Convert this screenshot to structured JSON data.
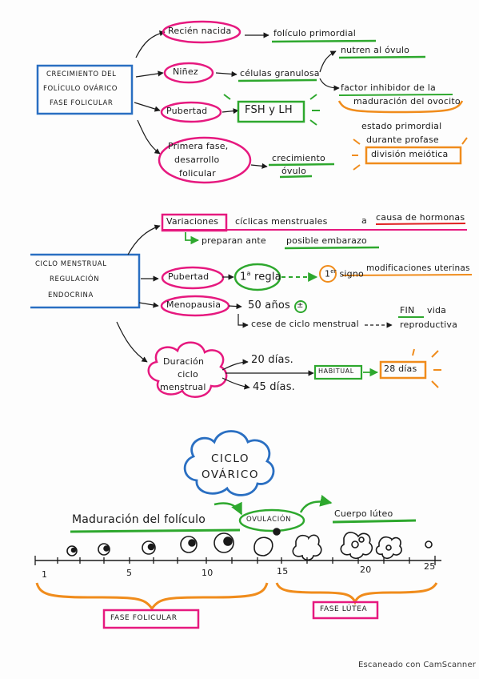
{
  "section1": {
    "title_lines": [
      "CRECIMIENTO DEL",
      "FOLÍCULO OVÁRICO",
      "FASE FOLICULAR"
    ],
    "branches": {
      "recien_nacida": "Recién nacida",
      "folicul_primordial": "folículo primordial",
      "ninez": "Niñez",
      "celulas_granulosa": "células granulosa",
      "nutren_ovulo": "nutren al óvulo",
      "factor_inhibidor_1": "factor inhibidor de la",
      "factor_inhibidor_2": "maduración del ovocito",
      "pubertad": "Pubertad",
      "fsh_lh": "FSH y LH",
      "estado_1": "estado primordial",
      "estado_2": "durante profase",
      "estado_3": "división meiótica",
      "primera_fase_1": "Primera fase,",
      "primera_fase_2": "desarrollo",
      "primera_fase_3": "folicular",
      "crecimiento_1": "crecimiento",
      "crecimiento_2": "óvulo"
    }
  },
  "section2": {
    "title_lines": [
      "CICLO MENSTRUAL",
      "REGULACIÓN",
      "ENDOCRINA"
    ],
    "variaciones": "Variaciones",
    "ciclicas": "cíclicas menstruales",
    "a": "a",
    "causa": "causa de hormonas",
    "preparan": "preparan ante",
    "posible_embarazo": "posible embarazo",
    "pubertad": "Pubertad",
    "primera_regla_num": "1",
    "primera_regla_sup": "a",
    "primera_regla_text": "regla",
    "primer_sig_num": "1",
    "primer_sig_sup": "er",
    "primer_sig_text": "signo",
    "modificaciones": "modificaciones uterinas",
    "menopausia": "Menopausia",
    "cincuenta": "50 años",
    "plusminus": "±",
    "cese": "cese de ciclo menstrual",
    "fin": "FIN",
    "vida": "vida",
    "reproductiva": "reproductiva",
    "duracion_1": "Duración",
    "duracion_2": "ciclo",
    "duracion_3": "menstrual",
    "veinte": "20 días.",
    "cuarenta_cinco": "45 días.",
    "habitual": "HABITUAL",
    "veintiocho": "28 días"
  },
  "section3": {
    "cloud_line1": "CICLO",
    "cloud_line2": "OVÁRICO",
    "maduracion": "Maduración del folículo",
    "ovulacion": "OVULACIÓN",
    "cuerpo_luteo": "Cuerpo lúteo",
    "ticks": [
      "1",
      "5",
      "10",
      "15",
      "20",
      "25"
    ],
    "fase_folicular": "FASE FOLICULAR",
    "fase_lutea": "FASE LÚTEA"
  },
  "footer": "Escaneado con CamScanner",
  "colors": {
    "pink": "#e6197f",
    "green": "#2ea82e",
    "blue": "#2a6fc2",
    "orange": "#f08c1c",
    "ink": "#1a1a1a",
    "red": "#e02020"
  }
}
